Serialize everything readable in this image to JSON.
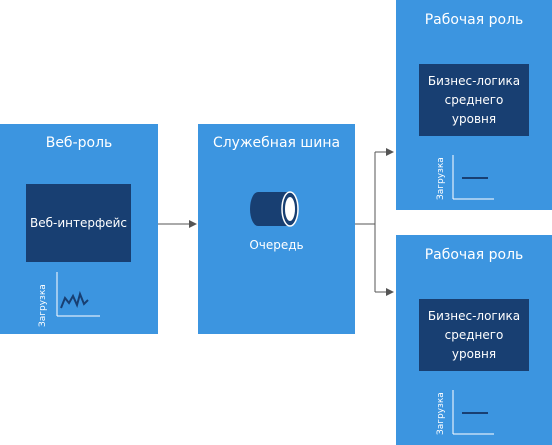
{
  "colors": {
    "panel": "#3c95e0",
    "inner": "#183f72",
    "text": "#ffffff",
    "arrow": "#555555"
  },
  "web_role": {
    "title": "Веб-роль",
    "inner_label": "Веб-интерфейс",
    "chart_ylabel": "Загрузка"
  },
  "service_bus": {
    "title": "Служебная шина",
    "queue_label": "Очередь"
  },
  "worker_role_1": {
    "title": "Рабочая роль",
    "inner_label": "Бизнес-логика среднего уровня",
    "chart_ylabel": "Загрузка"
  },
  "worker_role_2": {
    "title": "Рабочая роль",
    "inner_label": "Бизнес-логика среднего уровня",
    "chart_ylabel": "Загрузка"
  }
}
